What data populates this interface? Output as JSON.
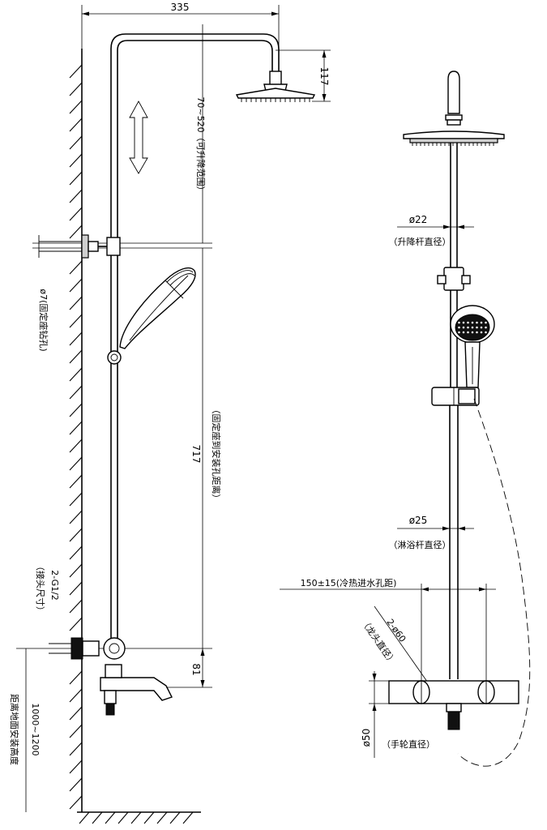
{
  "left_view": {
    "dim_width": "335",
    "dim_head_height": "117",
    "dim_lift_range": "70~520（可升降范围）",
    "dim_fix_hole_span": "717",
    "dim_fix_hole_span_note": "（固定座到安装孔距离）",
    "dim_bottom": "81",
    "fix_hole_label": "ø7(固定座钻孔)",
    "thread_note": "（接头尺寸）",
    "thread_size": "2-G1/2",
    "install_height_note": "距离地面安装高度",
    "install_height": "1000~1200"
  },
  "right_view": {
    "lift_rod_dia": "ø22",
    "lift_rod_note": "（升降杆直径）",
    "shower_rod_dia": "ø25",
    "shower_rod_note": "（淋浴杆直径）",
    "inlet_spacing": "150±15(冷热进水孔距)",
    "outlet_dia": "2-ø60",
    "outlet_note": "（龙头直径）",
    "knob_dia": "ø50",
    "knob_note": "（手轮直径）"
  }
}
